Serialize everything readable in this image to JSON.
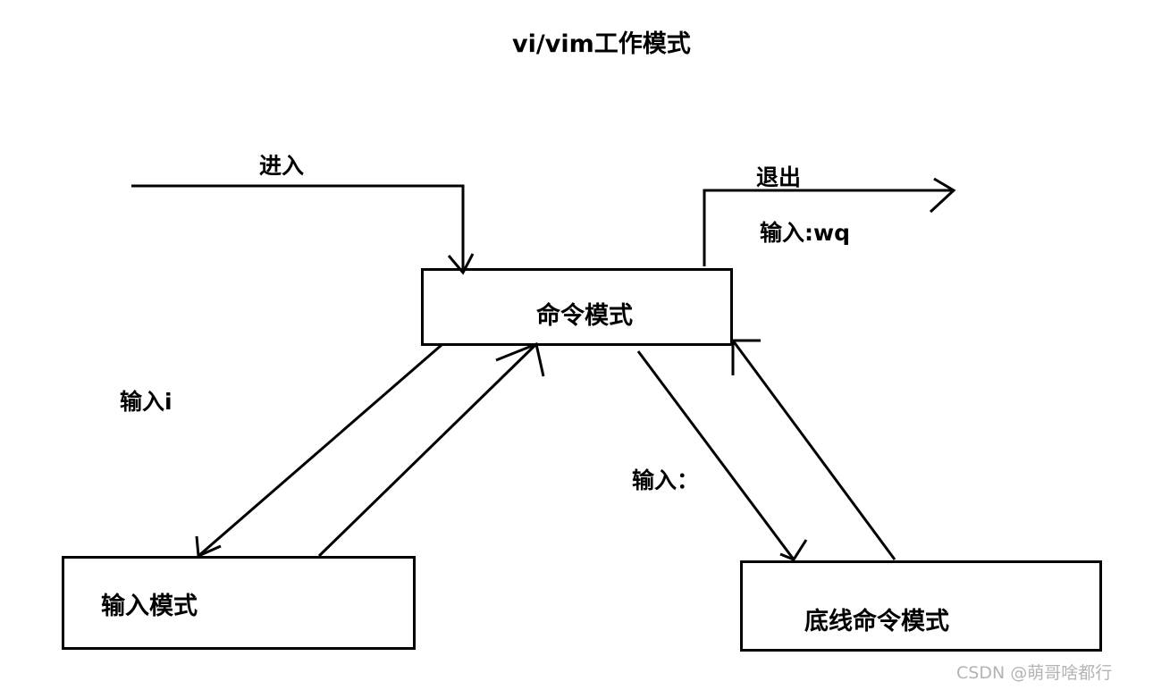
{
  "title": "vi/vim工作模式",
  "nodes": {
    "command_mode": "命令模式",
    "insert_mode": "输入模式",
    "last_line_mode": "底线命令模式"
  },
  "edges": {
    "enter": "进入",
    "exit": "退出",
    "exit_command": "输入:wq",
    "to_insert": "输入i",
    "to_last_line": "输入："
  },
  "watermark": "CSDN @萌哥啥都行",
  "colors": {
    "stroke": "#000000",
    "background": "#ffffff",
    "watermark": "#b4b4b4"
  }
}
